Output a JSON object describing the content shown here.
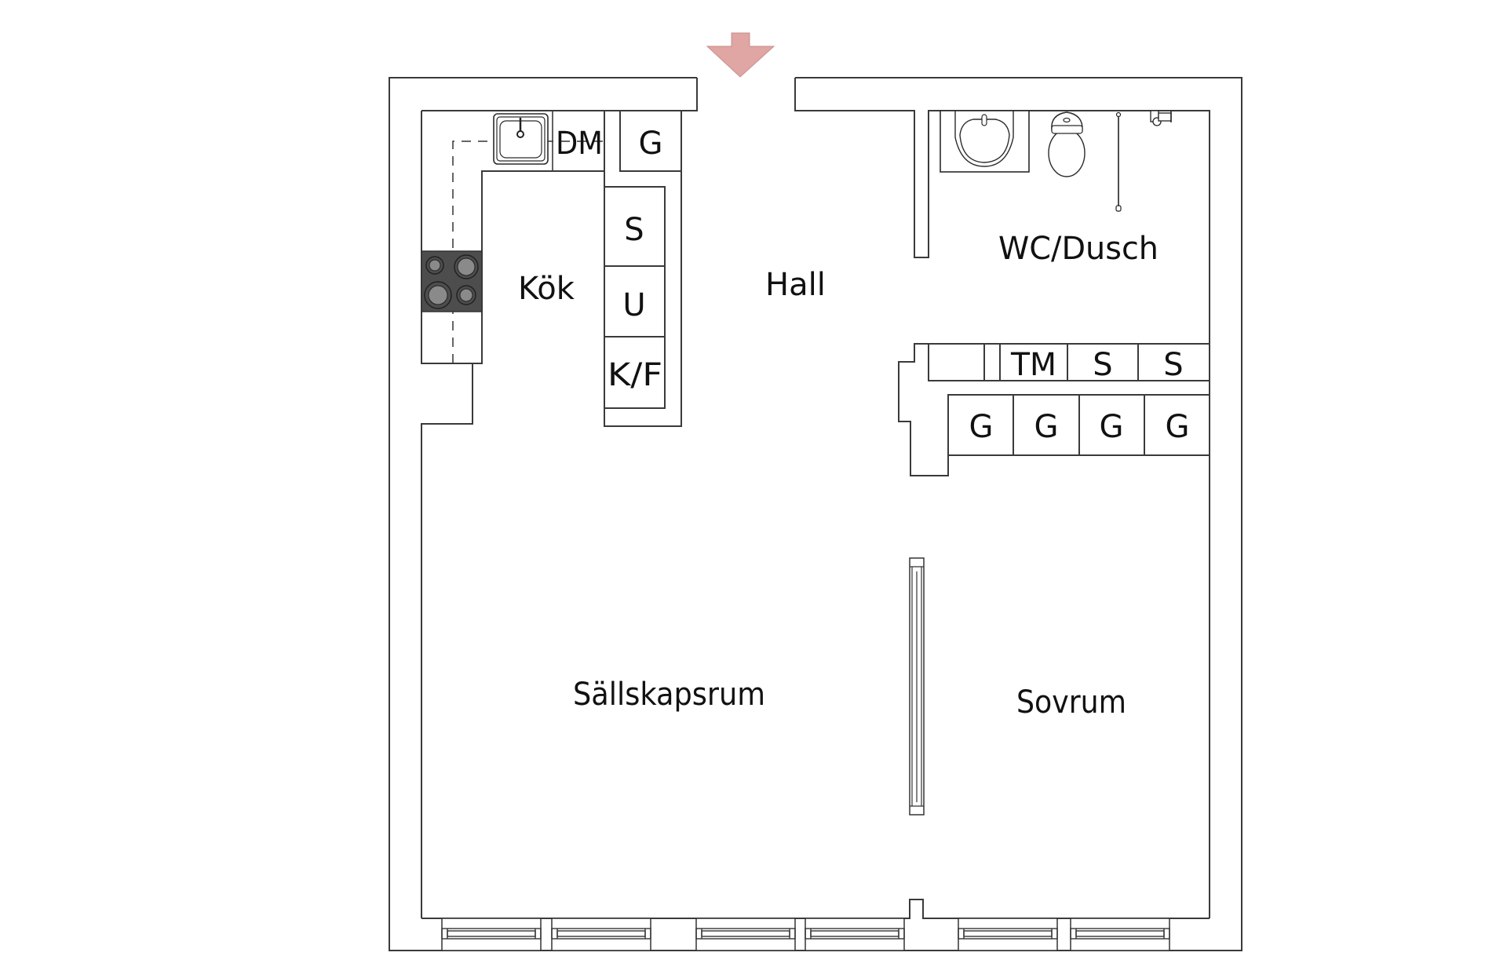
{
  "plan": {
    "entrance_arrow_color": "#dfa6a3",
    "line_color": "#3a3a3a",
    "stove_color": "#4d4d4d",
    "burner_color": "#8a8a8a",
    "rooms": {
      "kitchen": "Kök",
      "hall": "Hall",
      "bathroom": "WC/Dusch",
      "living_room": "Sällskapsrum",
      "bedroom": "Sovrum"
    },
    "kitchen_units": {
      "dishwasher": "DM",
      "wardrobe": "G",
      "s": "S",
      "u": "U",
      "fridge_freezer": "K/F"
    },
    "storage_units": {
      "washing_machine": "TM",
      "s1": "S",
      "s2": "S",
      "g1": "G",
      "g2": "G",
      "g3": "G",
      "g4": "G"
    }
  }
}
